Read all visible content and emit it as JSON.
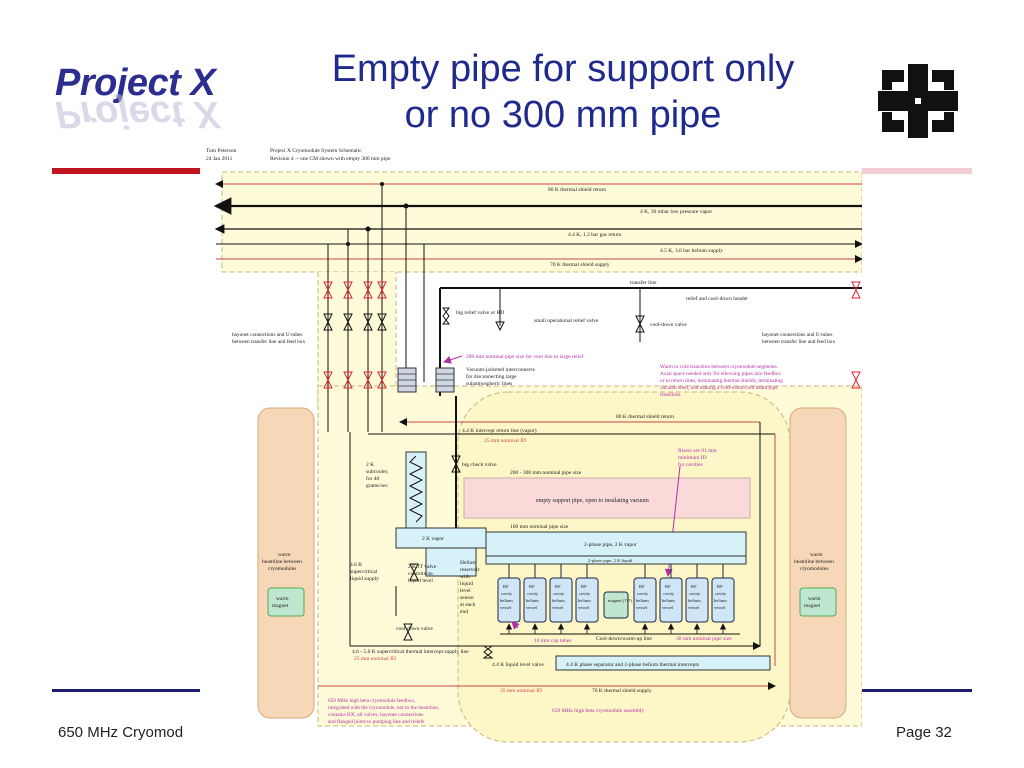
{
  "slide": {
    "logo_text": "Project X",
    "title_line1": "Empty pipe for support only",
    "title_line2": "or no 300 mm pipe",
    "footer_left": "650 MHz Cryomod",
    "footer_right": "Page 32"
  },
  "colors": {
    "title": "#1f2a8c",
    "red_bar": "#c0141e",
    "navy_bar": "#1d1f6e",
    "diagram_fill": "#fefbd8",
    "warm_beamline": "#f6d7b8",
    "cyan_fill": "#d6f1f8",
    "empty_pipe_fill": "#f9dad9",
    "annotation_magenta": "#b42da8"
  },
  "schematic": {
    "header_author": "Tom Peterson",
    "header_date": "24 Jan 2011",
    "header_title": "Project X Cryomodule System Schematic",
    "header_revision": "Revision 4 -- one CM shown with empty 300 mm pipe",
    "lines": {
      "shield_return_top": "80 K thermal shield return",
      "low_pressure_vapor": "4 K, 30 mbar low pressure vapor",
      "gas_return": "4.4 K, 1.2 bar gas return",
      "helium_supply": "4.5 K, 3.0 bar helium supply",
      "shield_supply_top": "70 K thermal shield supply",
      "transfer_line": "transfer line",
      "relief_header": "relief and cool-down header",
      "shield_return_inner": "80 K thermal shield return",
      "intercept_return": "4.4 K intercept return line (vapor)",
      "nominal_25_top": "25 mm nominal ID",
      "shield_supply_bottom": "70 K thermal shield supply",
      "nominal_35": "35 mm nominal ID"
    },
    "labels": {
      "big_relief_valve": "big relief valve or RD",
      "small_operational_relief": "small operational relief valve",
      "cool_down_valve_top": "cool-down valve",
      "bayonet_left": "bayonet connections and U-tubes between transfer line and feed box",
      "bayonet_right": "bayonet connections and U-tubes between transfer line and feed box",
      "vent_line": "200 mm nominal pipe size for vent line to large relief",
      "vacuum_jacketed": "Vacuum-jacketed interconnects for disconnecting large subatmospheric lines",
      "warm_to_cold": "Warm to cold transition between cryomodule segments. Axial space needed only for elbowing pipes into feedbox or to return lines, terminating thermal shields, terminating vacuum shell, and making a cold-warm-cold beam pipe transition.",
      "risers": "Risers are 91 mm minimum ID for cavities",
      "subcooler": "2 K subcooler, for 40 grams/sec",
      "big_check_valve": "big check valve",
      "nominal_200_300": "200 - 300 mm nominal pipe size",
      "empty_support_pipe": "empty support pipe, open to insulating vacuum",
      "nominal_160": "160 mm nominal pipe size",
      "two_k_vapor": "2 K vapor",
      "two_phase_pipe": "2-phase pipe, 2 K vapor",
      "two_phase_liquid": "2-phase pipe, 2 K liquid",
      "warm_beamline": "warm beamline between cryomodules",
      "warm_magnet": "warm magnet",
      "supercritical_supply": "4.6 K supercritical liquid supply",
      "jt_valve": "2 K JT valve controls on liquid level",
      "helium_reservoir": "Helium reservoir with liquid level sensor at each end",
      "cool_down_valve_bottom": "cool-down valve",
      "cap_tubes": "10 mm cap tubes",
      "cool_down_warm_up": "Cool-down/warm-up line",
      "nominal_38": "38 mm nominal pipe size",
      "intercept_supply": "4.6 - 5.0 K supercritical thermal intercept supply line",
      "nominal_25_bottom": "25 mm nominal ID",
      "liquid_level_valve": "4.4 K liquid level valve",
      "phase_separator": "4.4 K phase separator and 2-phase helium thermal intercepts",
      "feedbox_note": "650 MHz high beta cryomodule feedbox, integrated with the cryomodule, not in the beamline, contains HX, all valves, bayonet connections and flanged joints to pumping line and reliefs",
      "assembly": "650 MHz high beta cryomodule assembly",
      "magnet": "magnet (???)"
    },
    "cavity_words": [
      "RF",
      "cavity",
      "helium",
      "vessel"
    ]
  }
}
